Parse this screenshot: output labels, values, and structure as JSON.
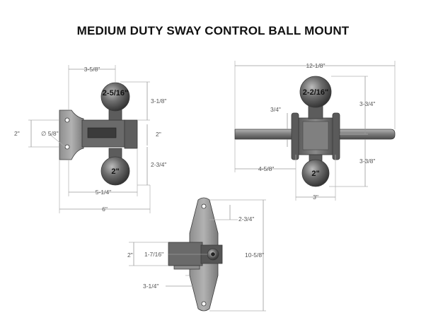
{
  "title": "MEDIUM DUTY SWAY CONTROL BALL MOUNT",
  "colors": {
    "metal_dark": "#4a4a4a",
    "metal_mid": "#6b6b6b",
    "metal_light": "#9b9b9b",
    "dimension": "#9a9a9a"
  },
  "side_view": {
    "ball_top": "2-5/16\"",
    "ball_bottom": "2\"",
    "dims": {
      "width_top": "3-5/8\"",
      "height_top": "3-1/8\"",
      "left_height": "2\"",
      "hole": "∅ 5/8\"",
      "shank_height": "2\"",
      "drop_bottom": "2-3/4\"",
      "width_mid": "5-1/4\"",
      "width_total": "6\""
    }
  },
  "front_view": {
    "ball_top": "2-2/16\"",
    "ball_bottom": "2\"",
    "dims": {
      "overall_width": "12-1/8\"",
      "bar_thickness": "3/4\"",
      "height_top": "3-3/4\"",
      "half_width": "4-5/8\"",
      "height_bottom": "3-3/8\"",
      "center_width": "3\""
    }
  },
  "top_view": {
    "dims": {
      "upper_offset": "2-3/4\"",
      "overall_length": "10-5/8\"",
      "shank_width": "2\"",
      "shank_offset": "1-7/16\"",
      "lower_offset": "3-1/4\""
    }
  }
}
